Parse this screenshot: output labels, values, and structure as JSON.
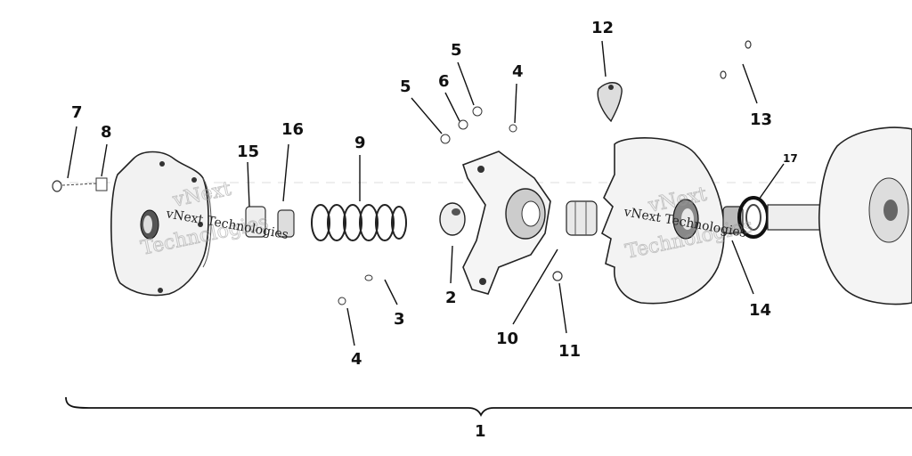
{
  "diagram": {
    "callouts": {
      "c1": "1",
      "c2": "2",
      "c3": "3",
      "c4a": "4",
      "c4b": "4",
      "c5a": "5",
      "c5b": "5",
      "c6": "6",
      "c7": "7",
      "c8": "8",
      "c9": "9",
      "c10": "10",
      "c11": "11",
      "c12": "12",
      "c13": "13",
      "c14": "14",
      "c15": "15",
      "c16": "16",
      "c17": "17"
    },
    "watermark": {
      "line1": "vNext",
      "line2": "Technologies",
      "inline": "vNext Technologies"
    }
  }
}
